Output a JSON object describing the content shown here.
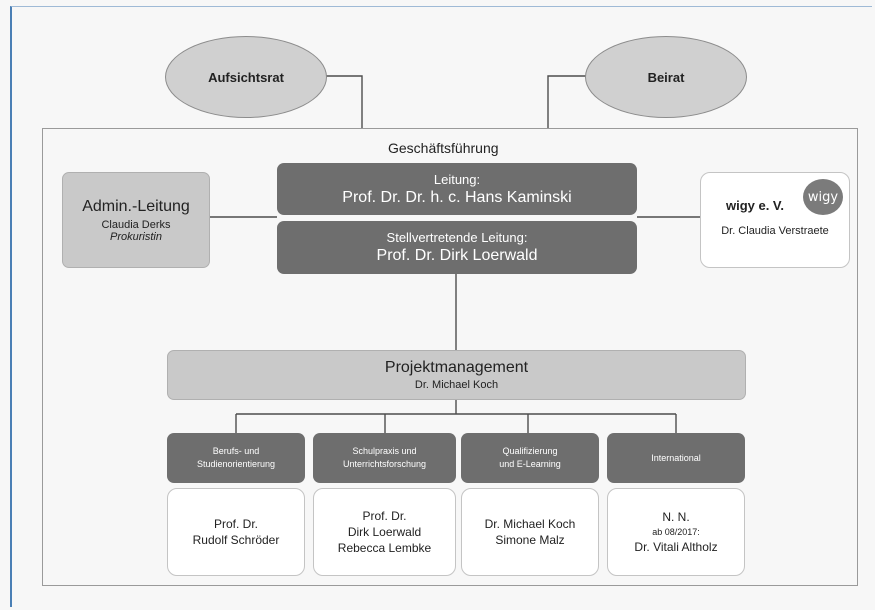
{
  "supervisory_board": "Aufsichtsrat",
  "advisory_board": "Beirat",
  "management_title": "Geschäftsführung",
  "leadership": {
    "role": "Leitung:",
    "name": "Prof. Dr. Dr. h. c. Hans Kaminski"
  },
  "deputy": {
    "role": "Stellvertretende Leitung:",
    "name": "Prof. Dr. Dirk Loerwald"
  },
  "admin": {
    "title": "Admin.-Leitung",
    "name": "Claudia Derks",
    "role": "Prokuristin"
  },
  "wigy": {
    "title": "wigy e. V.",
    "logo_text": "wigy",
    "name": "Dr. Claudia Verstraete"
  },
  "project_management": {
    "title": "Projektmanagement",
    "name": "Dr. Michael Koch"
  },
  "departments": [
    {
      "line1": "Berufs- und",
      "line2": "Studienorientierung",
      "people": [
        "Prof. Dr.",
        "Rudolf Schröder"
      ]
    },
    {
      "line1": "Schulpraxis und",
      "line2": "Unterrichtsforschung",
      "people": [
        "Prof. Dr.",
        "Dirk Loerwald",
        "Rebecca Lembke"
      ]
    },
    {
      "line1": "Qualifizierung",
      "line2": "und E-Learning",
      "people": [
        "Dr. Michael Koch",
        "Simone Malz"
      ]
    },
    {
      "line1": "International",
      "line2": "",
      "people": [
        "N. N.",
        "ab 08/2017:",
        "Dr. Vitali Altholz"
      ]
    }
  ]
}
